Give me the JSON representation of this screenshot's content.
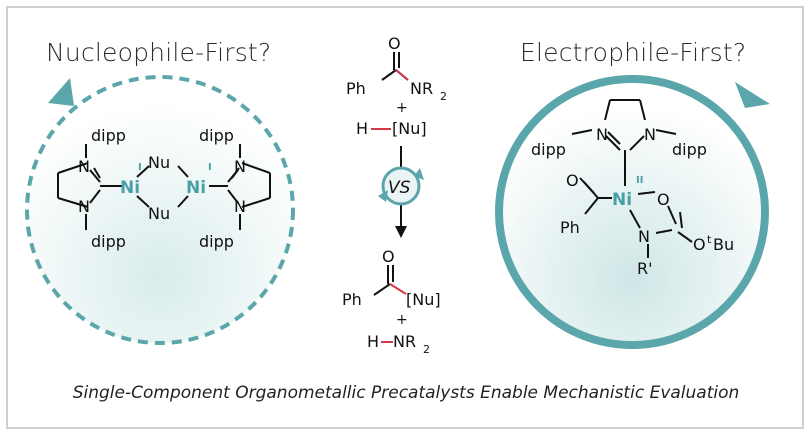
{
  "colors": {
    "teal": "#5aa6aa",
    "bond_red": "#d4364a",
    "ni": "#4aa0a6"
  },
  "left": {
    "title": "Nucleophile-First?",
    "atoms": {
      "nu_top": "Nu",
      "nu_bottom": "Nu",
      "ni": "Ni",
      "ox": "I",
      "n": "N",
      "dipp": "dipp"
    }
  },
  "right": {
    "title": "Electrophile-First?",
    "atoms": {
      "dipp": "dipp",
      "n": "N",
      "ni": "Ni",
      "ox": "II",
      "o": "O",
      "ph": "Ph",
      "r": "R'",
      "otbu_o": "O",
      "otbu_t": "t",
      "otbu_bu": "Bu"
    }
  },
  "center": {
    "ph": "Ph",
    "o": "O",
    "nr2": "NR",
    "sub2": "2",
    "plus": "+",
    "h": "H",
    "nu_bracket": "[Nu]",
    "vs": "VS",
    "product_nu": "[Nu]",
    "h_nr2": "H",
    "nr2_b": "NR"
  },
  "caption": "Single-Component Organometallic Precatalysts Enable Mechanistic Evaluation"
}
